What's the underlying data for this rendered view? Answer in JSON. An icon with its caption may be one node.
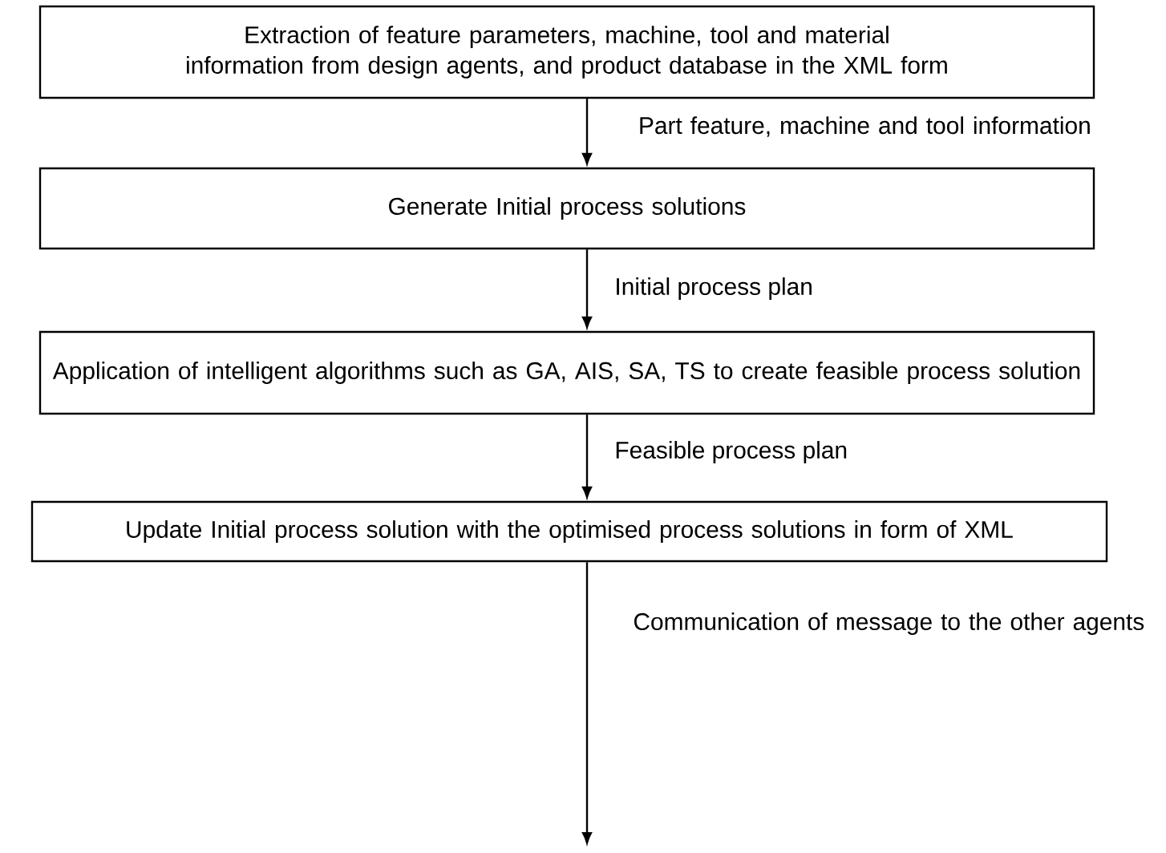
{
  "diagram": {
    "nodes": [
      {
        "text": [
          "Extraction of feature parameters, machine, tool and material information from design agents, and product database in the XML form"
        ]
      },
      {
        "text": [
          "Generate Initial process solutions"
        ]
      },
      {
        "text": [
          "Application of intelligent algorithms such as GA, AIS, SA, TS to create feasible process solution"
        ]
      },
      {
        "text": [
          "Update Initial process solution with the optimised process solutions in form of XML"
        ]
      }
    ],
    "edges": [
      {
        "from": 0,
        "to": 1,
        "arrow": "to",
        "label": "Part feature, machine and tool information"
      },
      {
        "from": 1,
        "to": 2,
        "arrow": "to",
        "label": "Initial process plan"
      },
      {
        "from": 2,
        "to": 3,
        "arrow": "to",
        "label": "Feasible process plan"
      },
      {
        "from": 3,
        "to": null,
        "arrow": "to",
        "label": "Communication of message to the other agents"
      }
    ]
  }
}
